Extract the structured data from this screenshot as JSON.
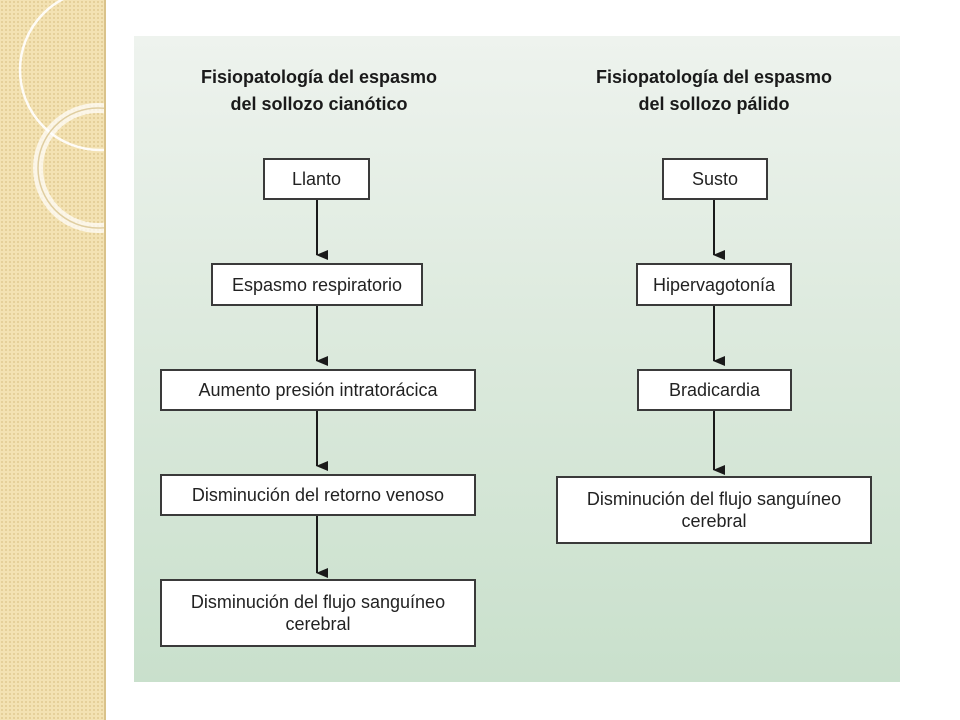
{
  "diagram": {
    "left_flow": {
      "title": "Fisiopatología del espasmo\ndel sollozo cianótico",
      "steps": [
        "Llanto",
        "Espasmo respiratorio",
        "Aumento presión intratorácica",
        "Disminución del retorno venoso",
        "Disminución del flujo sanguíneo\ncerebral"
      ]
    },
    "right_flow": {
      "title": "Fisiopatología del espasmo\ndel sollozo pálido",
      "steps": [
        "Susto",
        "Hipervagotonía",
        "Bradicardia",
        "Disminución del flujo sanguíneo\ncerebral"
      ]
    }
  },
  "colors": {
    "panel_top": "#eef3ee",
    "panel_bottom": "#c9e0cc",
    "box_border": "#3a3a3a",
    "arrow": "#1a1a1a",
    "side_strip": "#f3e2b3"
  }
}
